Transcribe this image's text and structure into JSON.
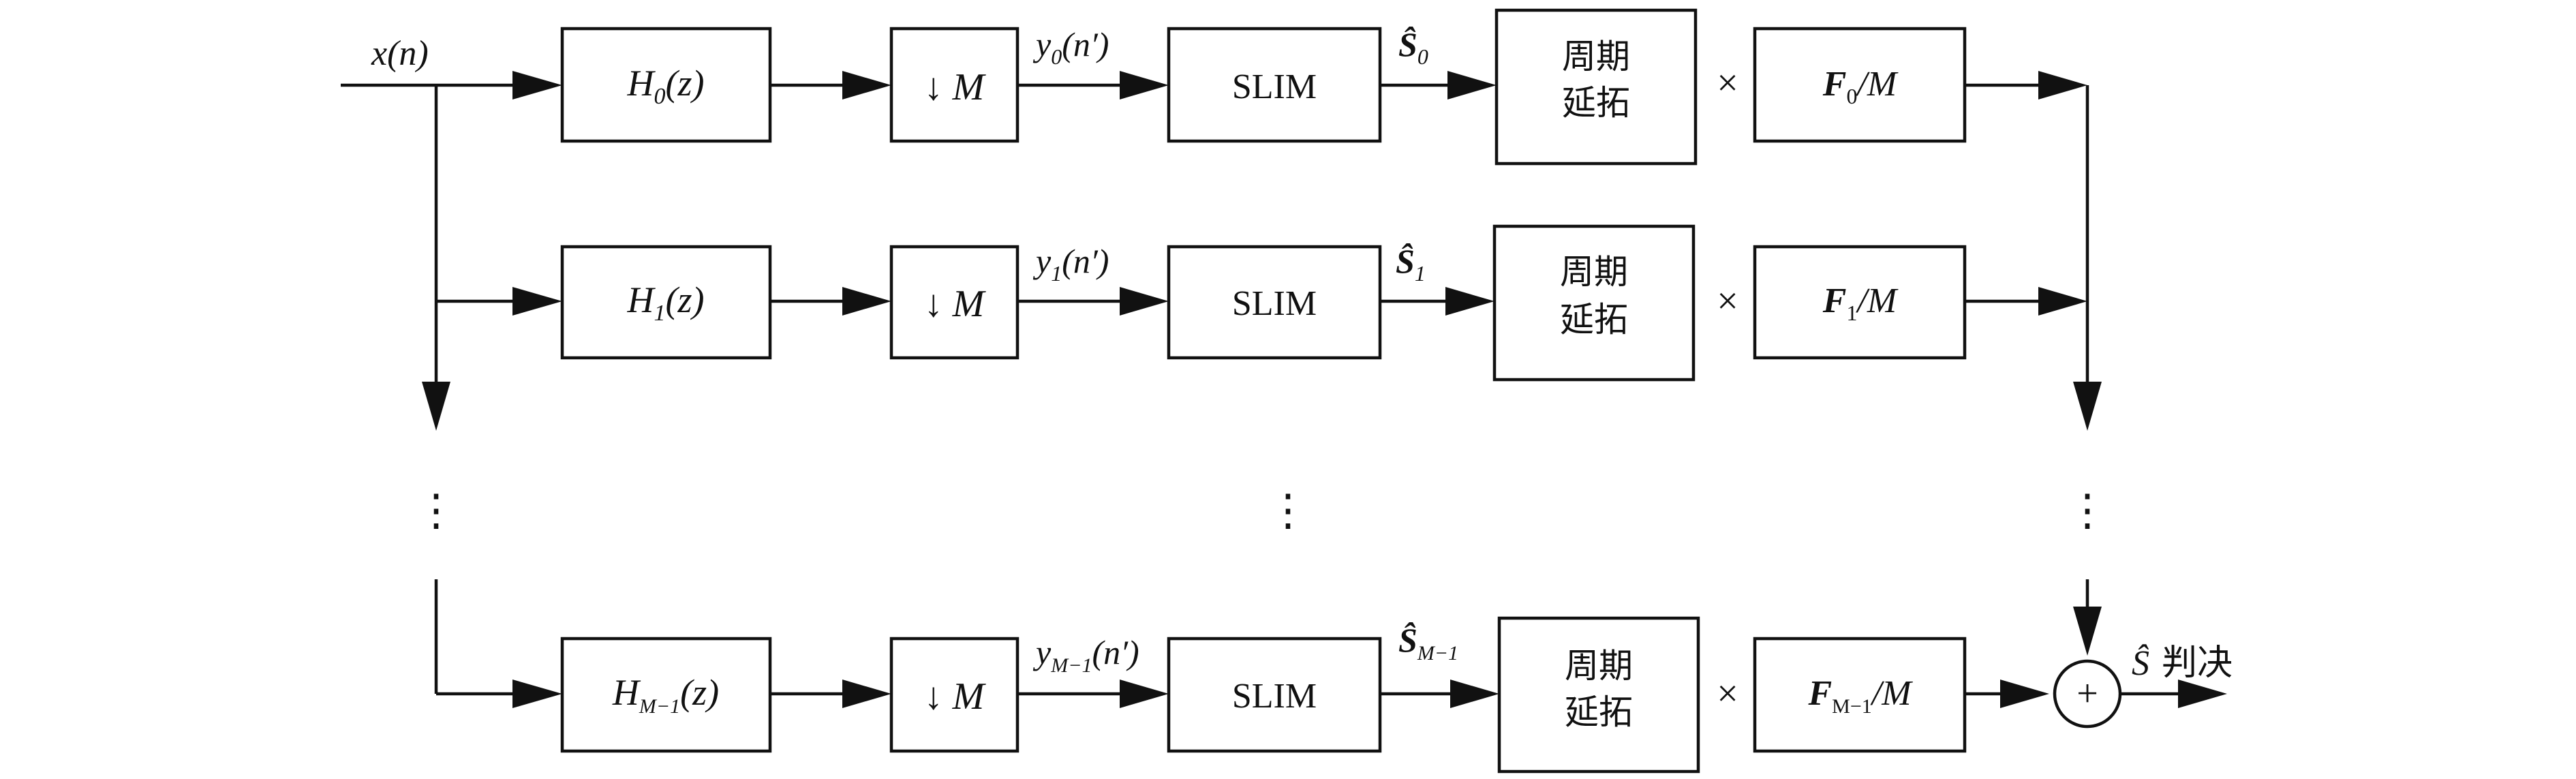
{
  "input_label": "x(n)",
  "rows": [
    {
      "filter": {
        "base": "H",
        "sub": "0",
        "tail": "(z)"
      },
      "down": "↓ M",
      "y_label": {
        "base": "y",
        "sub": "0",
        "tail": "(n′)"
      },
      "slim": "SLIM",
      "s_label": {
        "base": "Ŝ",
        "sub": "0"
      },
      "period": [
        "周期",
        "延拓"
      ],
      "times": "×",
      "f_block": {
        "base": "F",
        "sub": "0",
        "tail": "/M"
      }
    },
    {
      "filter": {
        "base": "H",
        "sub": "1",
        "tail": "(z)"
      },
      "down": "↓ M",
      "y_label": {
        "base": "y",
        "sub": "1",
        "tail": "(n′)"
      },
      "slim": "SLIM",
      "s_label": {
        "base": "Ŝ",
        "sub": "1"
      },
      "period": [
        "周期",
        "延拓"
      ],
      "times": "×",
      "f_block": {
        "base": "F",
        "sub": "1",
        "tail": "/M"
      }
    },
    {
      "filter": {
        "base": "H",
        "sub": "M−1",
        "tail": "(z)"
      },
      "down": "↓ M",
      "y_label": {
        "base": "y",
        "sub": "M−1",
        "tail": "(n′)"
      },
      "slim": "SLIM",
      "s_label": {
        "base": "Ŝ",
        "sub": "M−1"
      },
      "period": [
        "周期",
        "延拓"
      ],
      "times": "×",
      "f_block": {
        "base": "F",
        "sub": "M−1",
        "tail": "/M"
      }
    }
  ],
  "ellipsis": "⋮",
  "adder": "+",
  "output": {
    "symbol": "Ŝ",
    "text": "判决"
  }
}
